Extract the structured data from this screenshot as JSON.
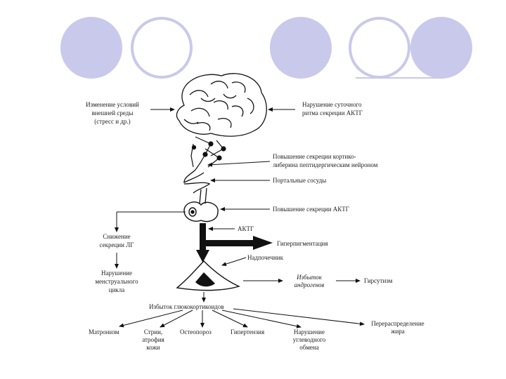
{
  "colors": {
    "circle_fill": "#c9c9eb",
    "circle_ring": "#c9c9eb",
    "line": "#111111"
  },
  "labels": {
    "env_change": [
      "Изменение условий",
      "внешней среды",
      "(стресс и др.)"
    ],
    "rhythm_disturbance": [
      "Нарушение суточного",
      "ритма секреции АКТГ"
    ],
    "crh_increase": [
      "Повышение секреции кортико-",
      "либерина пептидергическим нейроном"
    ],
    "portal_vessels": "Портальные сосуды",
    "acth_secretion_increase": "Повышение секреции АКТГ",
    "acth": "АКТГ",
    "hyperpigmentation": "Гиперпигментация",
    "adrenals": "Надпочечник",
    "lh_decrease": [
      "Снижение",
      "секреции ЛГ"
    ],
    "menstrual_disorder": [
      "Нарушение",
      "менструального",
      "цикла"
    ],
    "androgen_excess": [
      "Избыток",
      "андрогенов"
    ],
    "hirsutism": "Гирсутизм",
    "glucocorticoid_excess": "Избыток глюкокортикоидов",
    "matronism": "Матронизм",
    "skin_atrophy": [
      "Стрии,",
      "атрофия",
      "кожи"
    ],
    "osteoporosis": "Остеопороз",
    "hypertension": "Гипертензия",
    "carb_disorder": [
      "Нарушение",
      "углеводного",
      "обмена"
    ],
    "fat_redistribution": [
      "Перераспределение",
      "жира"
    ]
  }
}
